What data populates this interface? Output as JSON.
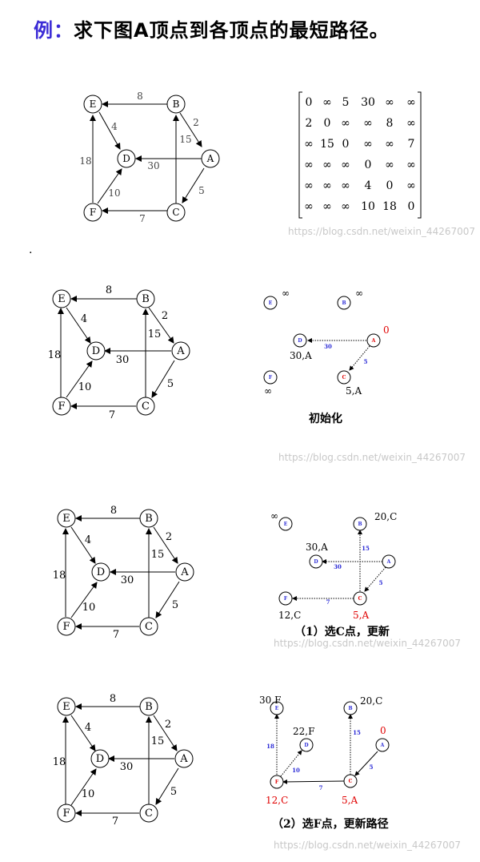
{
  "title": {
    "prefix": "例：",
    "text": "求下图A顶点到各顶点的最短路径。"
  },
  "watermark": "https://blog.csdn.net/weixin_44267007",
  "stray_mark": ".",
  "graph": {
    "nodes": [
      "E",
      "B",
      "A",
      "D",
      "F",
      "C"
    ],
    "edge_weights": {
      "B-E": "8",
      "E-D": "4",
      "B-A": "2",
      "C-B": "15",
      "A-D": "30",
      "A-C": "5",
      "F-E": "18",
      "F-D": "10",
      "C-F": "7"
    }
  },
  "matrix": [
    [
      "0",
      "∞",
      "5",
      "30",
      "∞",
      "∞"
    ],
    [
      "2",
      "0",
      "∞",
      "∞",
      "8",
      "∞"
    ],
    [
      "∞",
      "15",
      "0",
      "∞",
      "∞",
      "7"
    ],
    [
      "∞",
      "∞",
      "∞",
      "0",
      "∞",
      "∞"
    ],
    [
      "∞",
      "∞",
      "∞",
      "4",
      "0",
      "∞"
    ],
    [
      "∞",
      "∞",
      "∞",
      "10",
      "18",
      "0"
    ]
  ],
  "steps": [
    {
      "caption": "初始化",
      "nodes": [
        "E",
        "B",
        "D",
        "A",
        "F",
        "C"
      ],
      "edges": [
        "30",
        "5"
      ],
      "labels": {
        "E": "∞",
        "B": "∞",
        "A": "0",
        "D": "30,A",
        "F": "∞",
        "C": "5,A"
      }
    },
    {
      "caption": "（1）选C点，更新",
      "nodes": [
        "E",
        "B",
        "D",
        "A",
        "F",
        "C"
      ],
      "edges": [
        "15",
        "30",
        "5",
        "7"
      ],
      "labels": {
        "E": "∞",
        "B": "20,C",
        "D": "30,A",
        "F": "12,C",
        "C": "5,A"
      }
    },
    {
      "caption": "（2）选F点，更新路径",
      "nodes": [
        "E",
        "B",
        "D",
        "A",
        "F",
        "C"
      ],
      "edges": [
        "18",
        "10",
        "7",
        "15",
        "5"
      ],
      "labels": {
        "E": "30,F",
        "B": "20,C",
        "D": "22,F",
        "A": "0",
        "F": "12,C",
        "C": "5,A"
      }
    }
  ],
  "colors": {
    "title_prefix": "#3b2bd6",
    "step_edge_label": "#2b2bd6",
    "selected": "#e00000"
  }
}
